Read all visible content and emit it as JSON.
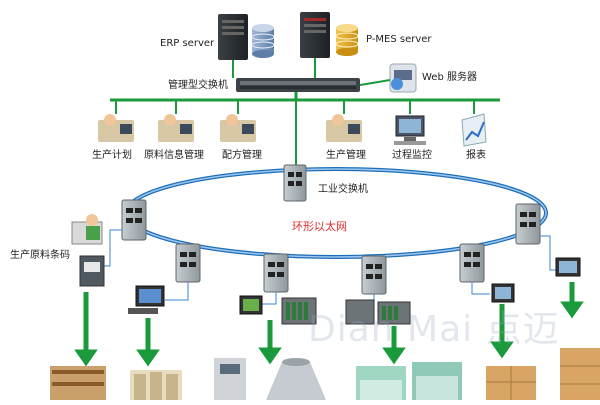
{
  "servers": {
    "erp_label": "ERP server",
    "mes_label": "P-MES server",
    "web_label": "Web 服务器"
  },
  "managed_switch_label": "管理型交换机",
  "industrial_switch_label": "工业交换机",
  "ring_label": "环形以太网",
  "office_nodes": [
    {
      "label": "生产计划"
    },
    {
      "label": "原料信息管理"
    },
    {
      "label": "配方管理"
    },
    {
      "label": "生产管理"
    },
    {
      "label": "过程监控"
    },
    {
      "label": "报表"
    }
  ],
  "barcode_label": "生产原料条码",
  "watermark": "Dian Mai 点迈",
  "colors": {
    "bus_line": "#1a9a3a",
    "ring_line": "#1f6fb8",
    "text_red": "#e03030",
    "switch_body": "#9aa3a8"
  }
}
